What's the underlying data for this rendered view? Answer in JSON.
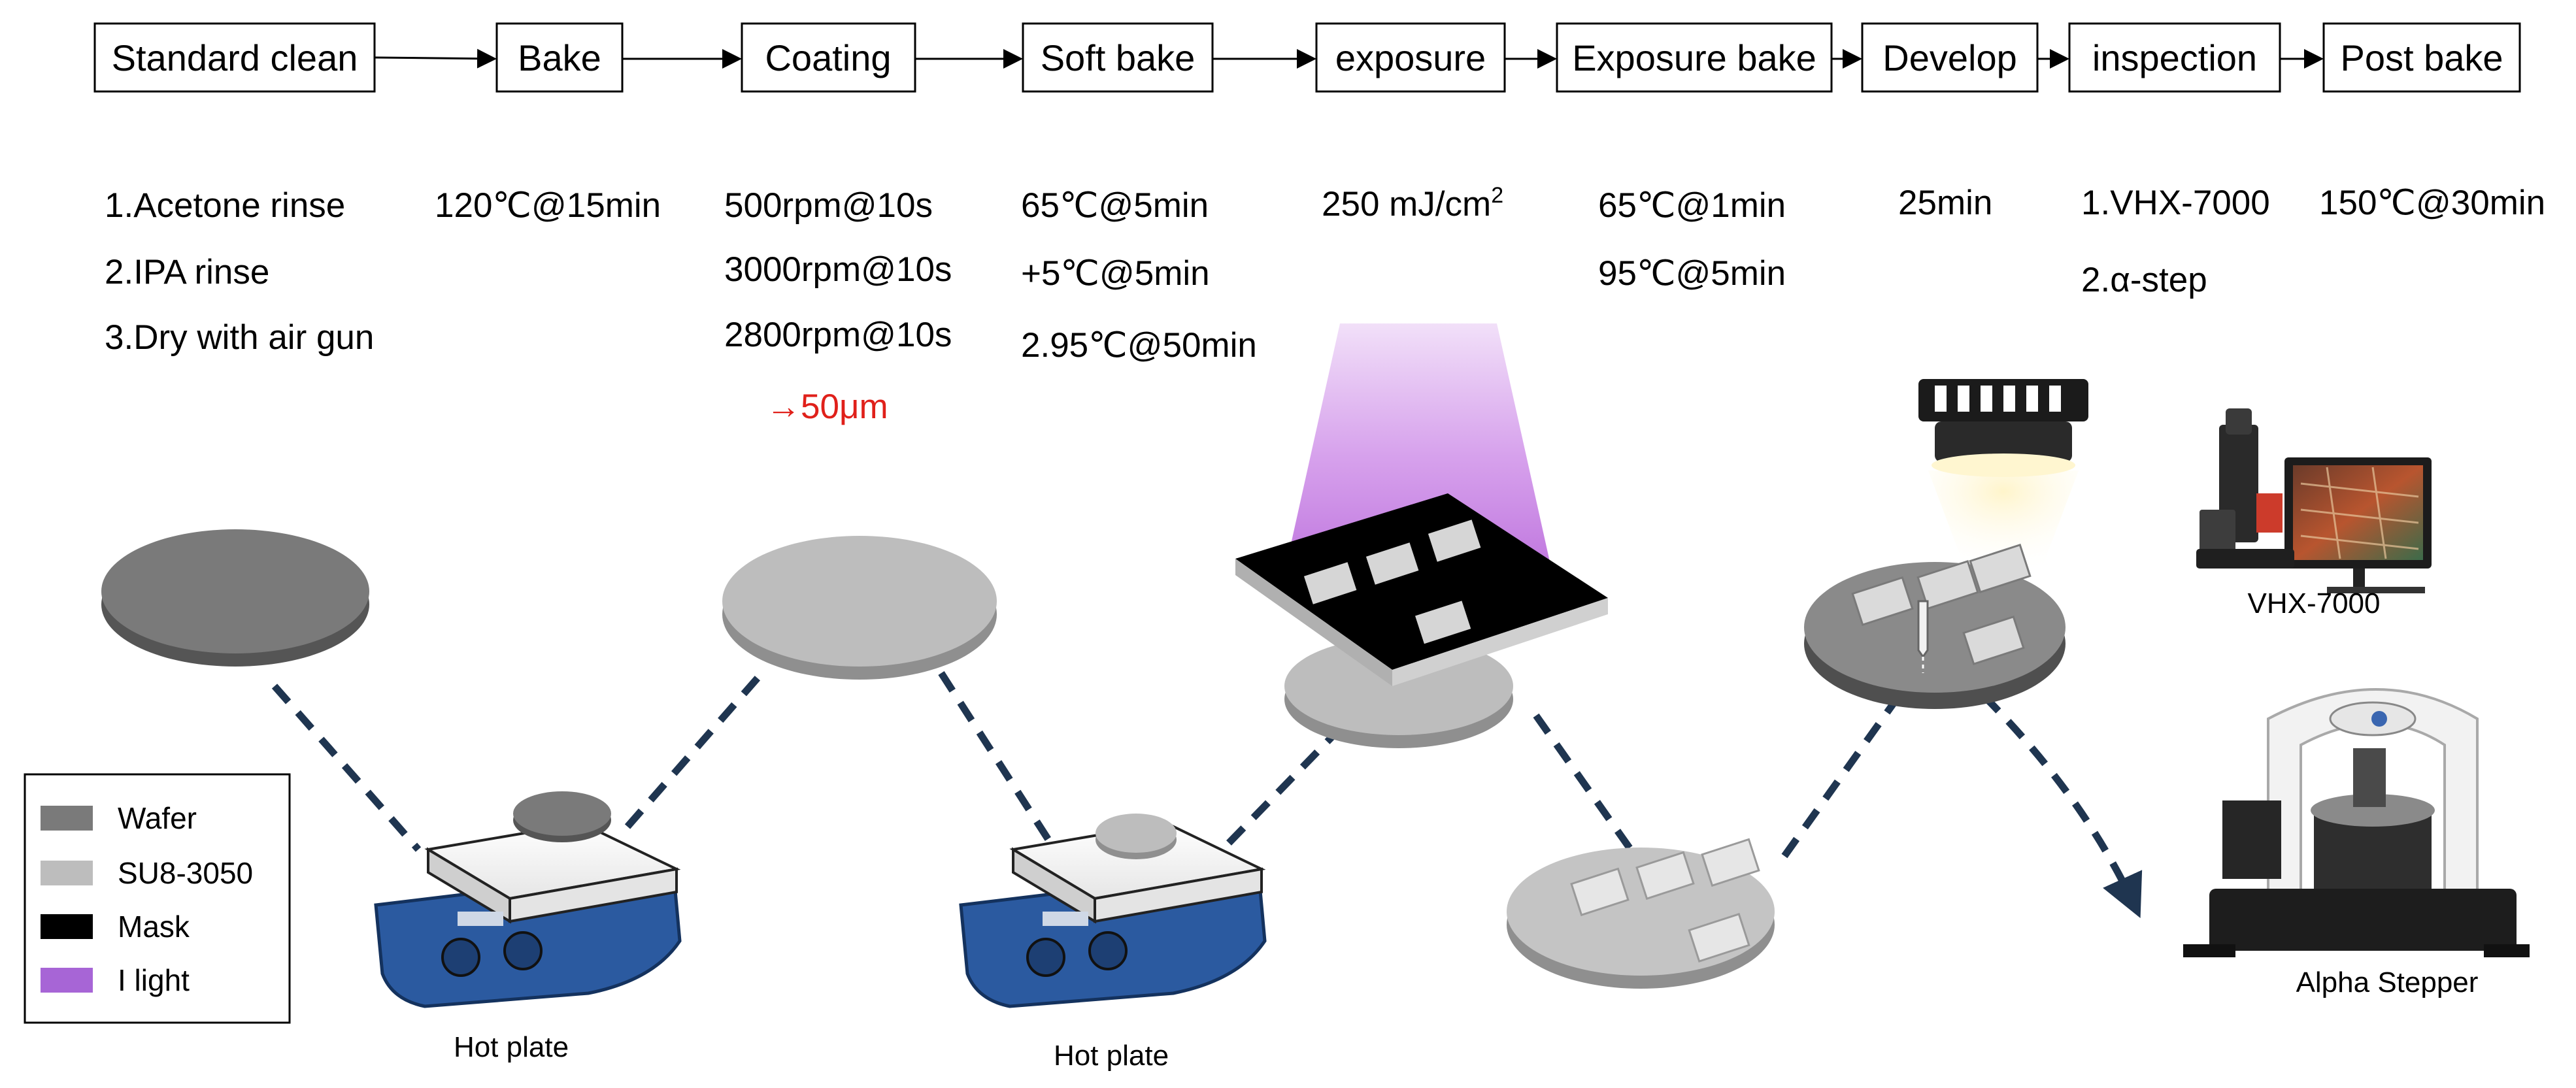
{
  "process": {
    "steps": [
      {
        "label": "Standard clean",
        "params": [
          "1.Acetone rinse",
          "2.IPA rinse",
          "3.Dry with air gun"
        ]
      },
      {
        "label": "Bake",
        "params": [
          "120℃@15min"
        ]
      },
      {
        "label": "Coating",
        "params": [
          "500rpm@10s",
          "3000rpm@10s",
          "2800rpm@10s"
        ]
      },
      {
        "label": "Soft bake",
        "params": [
          "65℃@5min",
          "+5℃@5min",
          "2.95℃@50min"
        ]
      },
      {
        "label": "exposure",
        "params": [
          "250 mJ/cm"
        ],
        "param_superscript": "2"
      },
      {
        "label": "Exposure bake",
        "params": [
          "65℃@1min",
          "95℃@5min"
        ]
      },
      {
        "label": "Develop",
        "params": [
          "25min"
        ]
      },
      {
        "label": "inspection",
        "params": [
          "1.VHX-7000",
          "2.α-step"
        ]
      },
      {
        "label": "Post bake",
        "params": [
          "150℃@30min"
        ]
      }
    ],
    "thickness_note": "→50μm",
    "thickness_color": "#e0201a"
  },
  "illustration": {
    "hotplate_1_label": "Hot plate",
    "hotplate_2_label": "Hot plate",
    "microscope_label": "VHX-7000",
    "stepper_label": "Alpha Stepper"
  },
  "legend": {
    "items": [
      {
        "label": "Wafer",
        "color": "#7a7a7a"
      },
      {
        "label": "SU8-3050",
        "color": "#bdbdbd"
      },
      {
        "label": "Mask",
        "color": "#000000"
      },
      {
        "label": "I light",
        "color": "#a765d6"
      }
    ]
  },
  "colors": {
    "dash": "#1f3550",
    "hotplate_blue": "#2b5aa0",
    "uv": "#c982e6"
  }
}
